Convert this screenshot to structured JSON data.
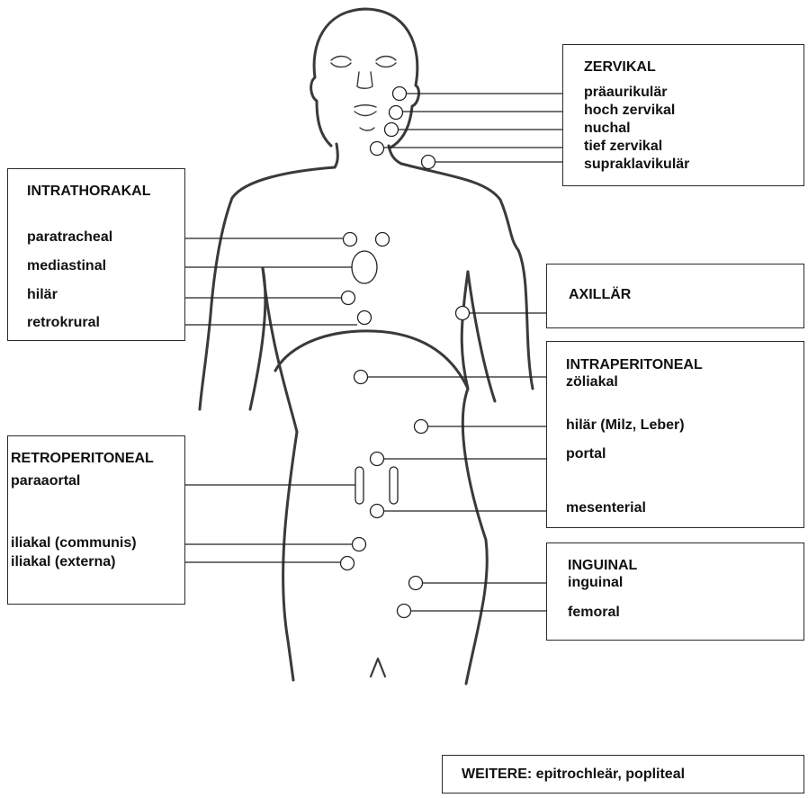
{
  "groups": {
    "zervikal": {
      "title": "ZERVIKAL",
      "items": [
        "präaurikulär",
        "hoch zervikal",
        "nuchal",
        "tief zervikal",
        "supraklavikulär"
      ]
    },
    "intrathorakal": {
      "title": "INTRATHORAKAL",
      "items": [
        "paratracheal",
        "mediastinal",
        "hilär",
        "retrokrural"
      ]
    },
    "axillaer": {
      "title": "AXILLÄR"
    },
    "intraperitoneal": {
      "title": "INTRAPERITONEAL",
      "items": [
        "zöliakal",
        "hilär (Milz, Leber)",
        "portal",
        "mesenterial"
      ]
    },
    "retroperitoneal": {
      "title": "RETROPERITONEAL",
      "items": [
        "paraaortal",
        "iliakal (communis)",
        "iliakal (externa)"
      ]
    },
    "inguinal": {
      "title": "INGUINAL",
      "items": [
        "inguinal",
        "femoral"
      ]
    },
    "weitere": {
      "title": "WEITERE:",
      "text": "epitrochleär, popliteal"
    }
  }
}
